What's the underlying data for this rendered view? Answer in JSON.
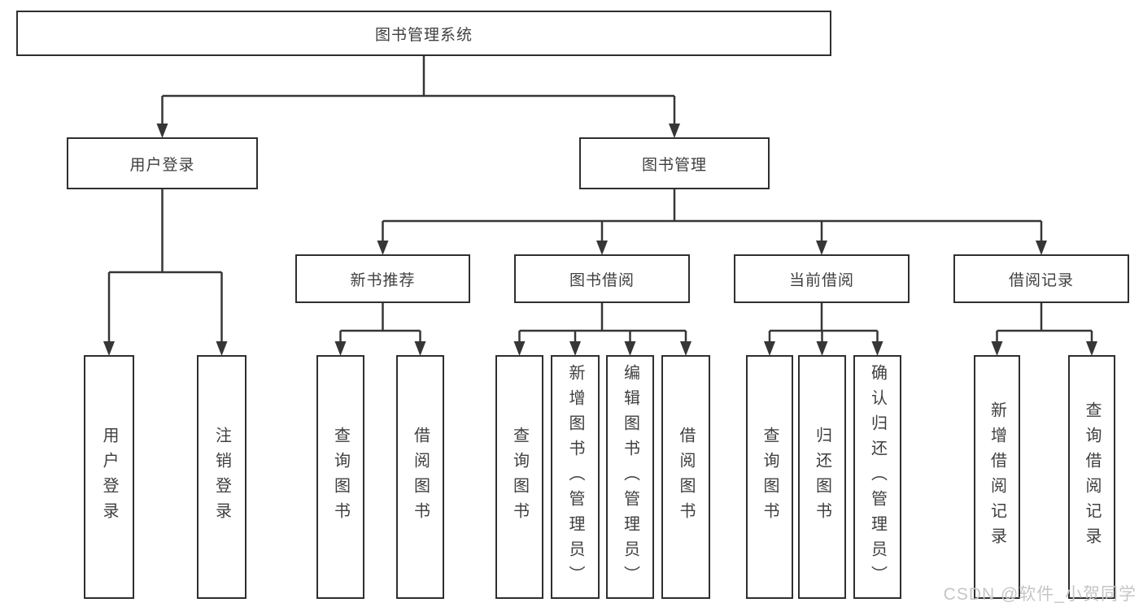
{
  "diagram": {
    "title": "图书管理系统",
    "tree": {
      "id": "root",
      "label": "图书管理系统",
      "children": [
        {
          "id": "user-login",
          "label": "用户登录",
          "children": [
            {
              "id": "leaf-user-login",
              "label": "用户登录"
            },
            {
              "id": "leaf-logout",
              "label": "注销登录"
            }
          ]
        },
        {
          "id": "book-management",
          "label": "图书管理",
          "children": [
            {
              "id": "new-book-recommend",
              "label": "新书推荐",
              "children": [
                {
                  "id": "nb-query-book",
                  "label": "查询图书"
                },
                {
                  "id": "nb-borrow-book",
                  "label": "借阅图书"
                }
              ]
            },
            {
              "id": "book-borrow",
              "label": "图书借阅",
              "children": [
                {
                  "id": "bb-query-book",
                  "label": "查询图书"
                },
                {
                  "id": "bb-add-book",
                  "label": "新增图书（管理员）"
                },
                {
                  "id": "bb-edit-book",
                  "label": "编辑图书（管理员）"
                },
                {
                  "id": "bb-borrow-book",
                  "label": "借阅图书"
                }
              ]
            },
            {
              "id": "current-borrow",
              "label": "当前借阅",
              "children": [
                {
                  "id": "cb-query-book",
                  "label": "查询图书"
                },
                {
                  "id": "cb-return-book",
                  "label": "归还图书"
                },
                {
                  "id": "cb-confirm-return",
                  "label": "确认归还（管理员）"
                }
              ]
            },
            {
              "id": "borrow-records",
              "label": "借阅记录",
              "children": [
                {
                  "id": "br-add-record",
                  "label": "新增借阅记录"
                },
                {
                  "id": "br-query-record",
                  "label": "查询借阅记录"
                }
              ]
            }
          ]
        }
      ]
    }
  },
  "colors": {
    "line": "#363636",
    "border": "#2f2f2f",
    "text": "#3f3f3f",
    "background": "#ffffff",
    "watermark": "#c6c6c6"
  },
  "watermark": {
    "text": "CSDN @软件_小贺同学"
  }
}
